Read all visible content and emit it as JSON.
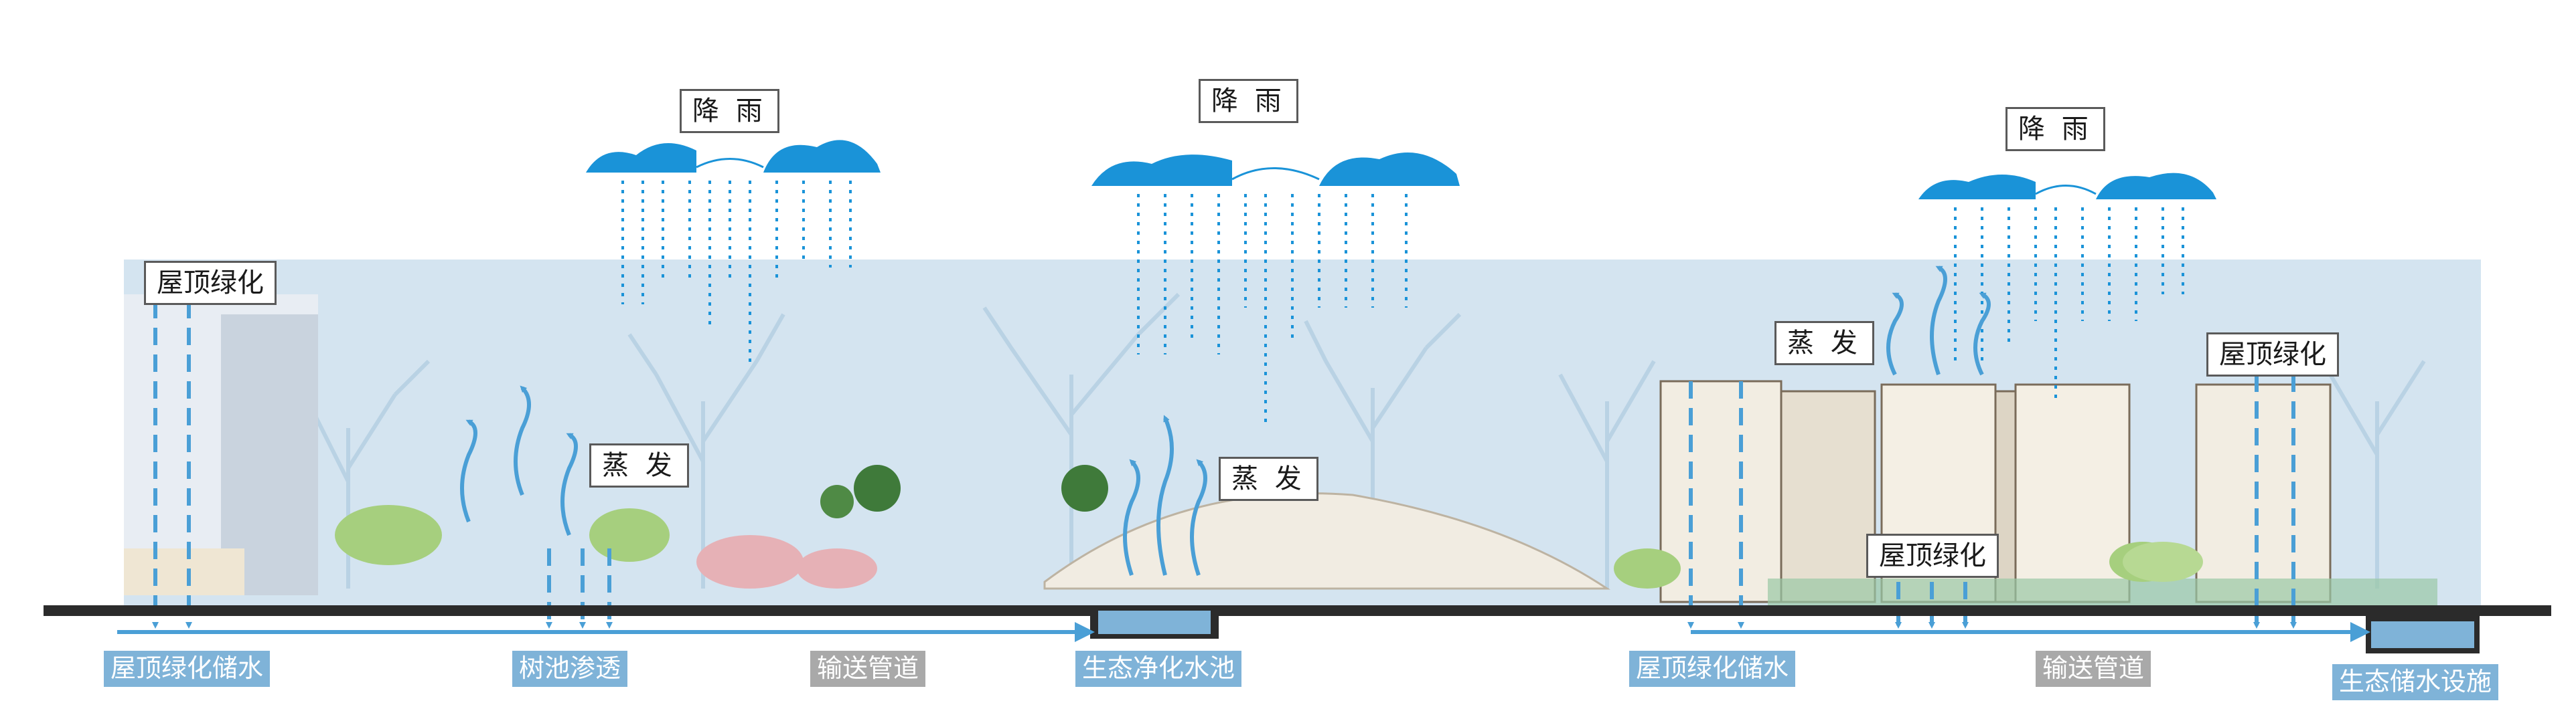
{
  "labels": {
    "rain_1": "降 雨",
    "rain_2": "降 雨",
    "rain_3": "降 雨",
    "roof_green_left": "屋顶绿化",
    "roof_green_right": "屋顶绿化",
    "roof_green_center": "屋顶绿化",
    "evap_1": "蒸 发",
    "evap_2": "蒸 发",
    "evap_3": "蒸 发"
  },
  "bottom_labels": {
    "roof_storage_left": "屋顶绿化储水",
    "tree_pit": "树池渗透",
    "pipe_1": "输送管道",
    "eco_pond": "生态净化水池",
    "roof_storage_right": "屋顶绿化储水",
    "pipe_2": "输送管道",
    "eco_storage": "生态储水设施"
  },
  "colors": {
    "water_blue": "#4a9fd6",
    "cloud_blue": "#1a93d8",
    "sky_blue": "#d4e4f0",
    "label_blue_bg": "#7fb3d8",
    "label_gray_bg": "#a9a9a9",
    "ground": "#2b2b2b"
  }
}
